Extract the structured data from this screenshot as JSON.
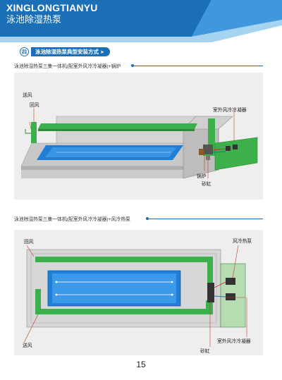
{
  "header": {
    "brand_en": "XINGLONGTIANYU",
    "brand_cn": "泳池除湿热泵"
  },
  "section": {
    "number": "四",
    "title": "泳池除湿热泵典型安装方式"
  },
  "figure1": {
    "caption": "泳池除湿热泵三集一体机(配室外风冷冷凝器)+锅炉",
    "labels": {
      "supply_air": "送风",
      "return_air": "回风",
      "outdoor_condenser": "室外风冷冷凝器",
      "boiler": "锅炉",
      "sand_tank": "砂缸"
    }
  },
  "figure2": {
    "caption": "泳池除湿热泵三集一体机(配室外风冷冷凝器)+风冷热泵",
    "labels": {
      "return_air": "回风",
      "air_heat_pump": "风冷热泵",
      "outdoor_condenser": "室外风冷冷凝器",
      "supply_air": "送风",
      "sand_tank": "砂缸"
    }
  },
  "page": {
    "number": "15"
  },
  "colors": {
    "accent": "#1b6fb8",
    "duct_green": "#3cb04a",
    "pool_blue": "#1f7fd6"
  }
}
